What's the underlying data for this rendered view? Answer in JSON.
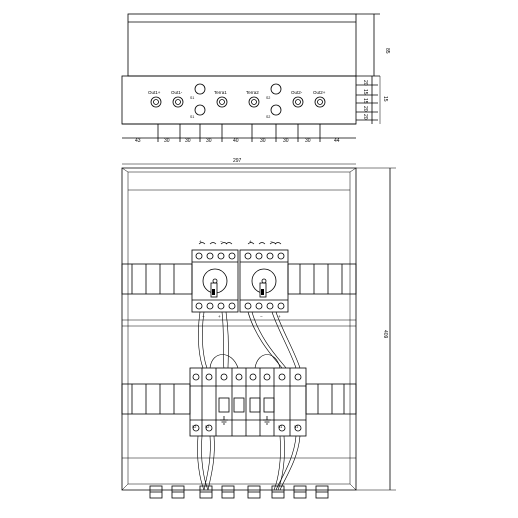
{
  "top_view": {
    "connector_labels": [
      "Out1+",
      "Out1-",
      "Terra1",
      "Terra2",
      "Out2-",
      "Out2+"
    ],
    "switch_labels": [
      "S1",
      "S1",
      "S2",
      "S2"
    ],
    "bottom_dims": [
      "43",
      "30",
      "30",
      "30",
      "40",
      "30",
      "30",
      "30",
      "44"
    ],
    "right_dims_lid": "85",
    "right_dims_base": [
      "20",
      "15",
      "15",
      "20",
      "20"
    ],
    "right_dim_15": "15"
  },
  "front_view": {
    "width_dim": "297",
    "height_dim": "409",
    "polarity_top": [
      "+",
      "−",
      "+",
      "−"
    ],
    "polarity_bottom": [
      "−",
      "+",
      "−",
      "+"
    ],
    "module_tags": [
      "S2",
      "S2",
      "S1",
      "S1"
    ]
  }
}
